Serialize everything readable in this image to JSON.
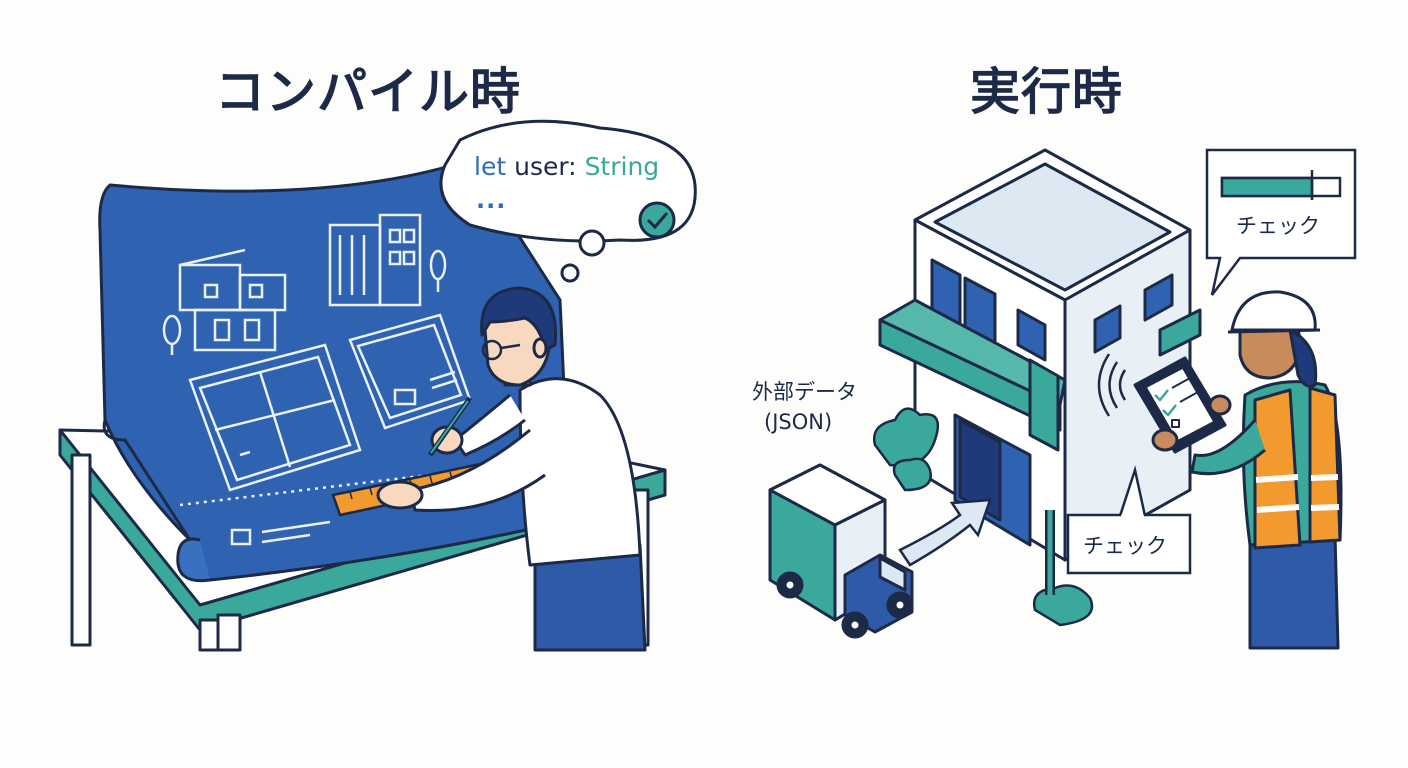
{
  "titles": {
    "compile_time": "コンパイル時",
    "runtime": "実行時"
  },
  "code_bubble": {
    "keyword": "let",
    "identifier": "user:",
    "type": "String",
    "ellipsis": "..."
  },
  "runtime_labels": {
    "check_top": "チェック",
    "check_bottom": "チェック",
    "external_data": "外部データ",
    "json": "(JSON)"
  },
  "colors": {
    "navy": "#1c2a48",
    "blueprint_blue": "#2f62b0",
    "teal": "#3aa89a",
    "orange": "#f29a2e",
    "light_blue": "#dce9f2"
  }
}
